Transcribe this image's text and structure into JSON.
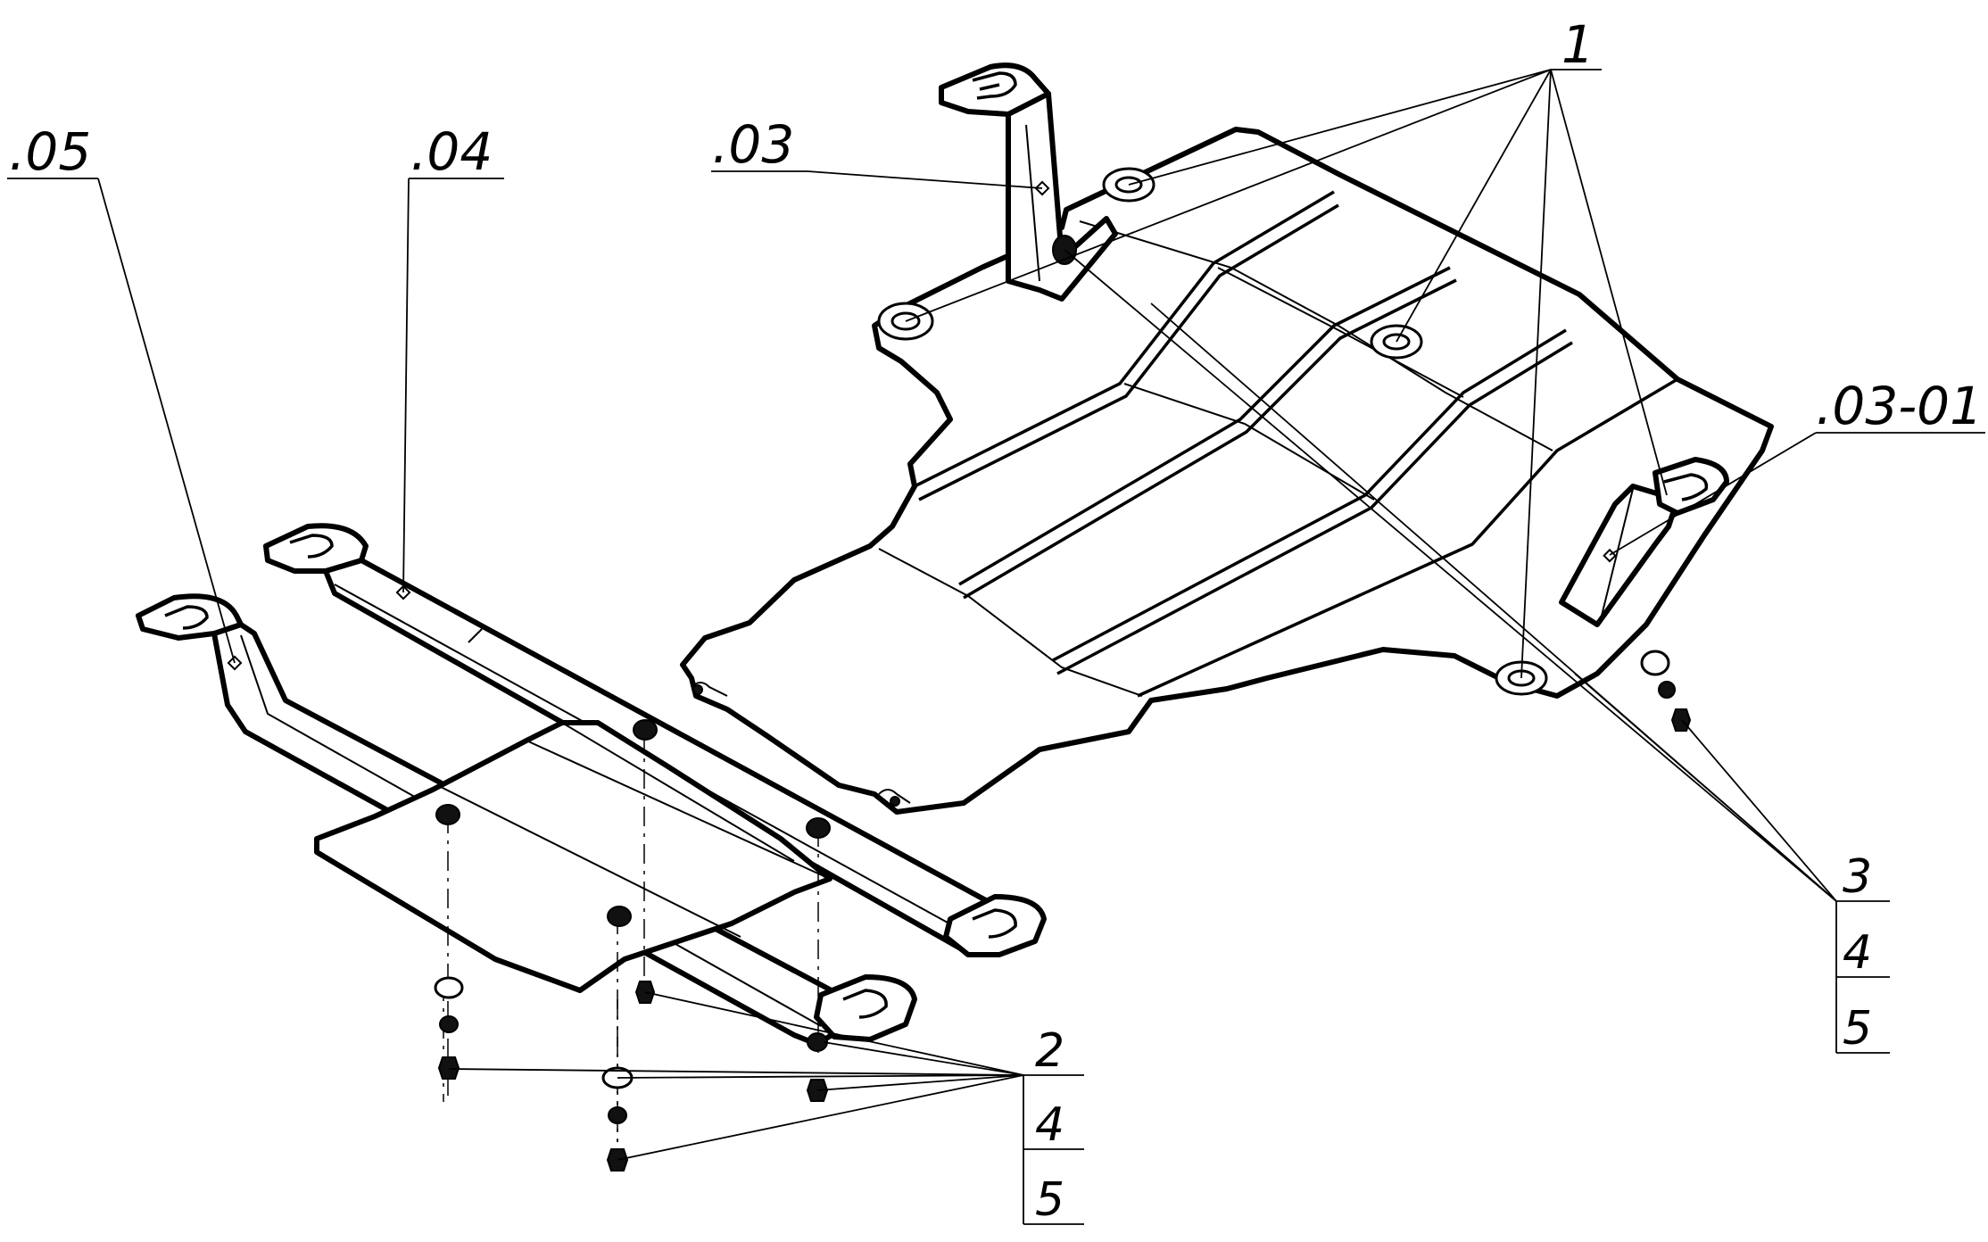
{
  "labels": {
    "part_05": ".05",
    "part_04": ".04",
    "part_03": ".03",
    "part_03_01": ".03-01",
    "item_1": "1",
    "group_right": {
      "a": "3",
      "b": "4",
      "c": "5"
    },
    "group_left": {
      "a": "2",
      "b": "4",
      "c": "5"
    }
  }
}
